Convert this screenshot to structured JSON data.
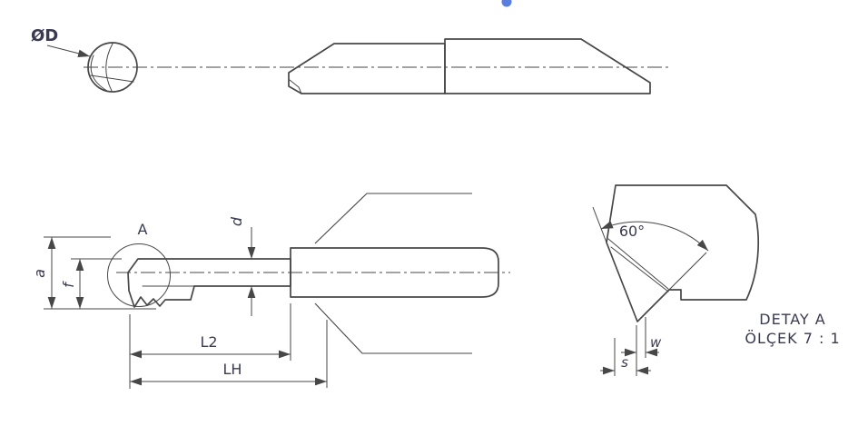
{
  "drawing": {
    "labels": {
      "diameter": "ØD",
      "detail_ref": "A",
      "dim_a": "a",
      "dim_f": "f",
      "dim_d": "d",
      "dim_l2": "L2",
      "dim_lh": "LH",
      "angle": "60°",
      "dim_w": "w",
      "dim_s": "s"
    },
    "detail_view": {
      "title": "DETAY A",
      "scale": "ÖLÇEK 7 : 1"
    },
    "colors": {
      "insert_yellow": "#f0df2e",
      "shank_gray": "#d4d4d4",
      "outline": "#474747",
      "label_text": "#3a3a50",
      "accent_blue": "#5a7de0"
    }
  }
}
